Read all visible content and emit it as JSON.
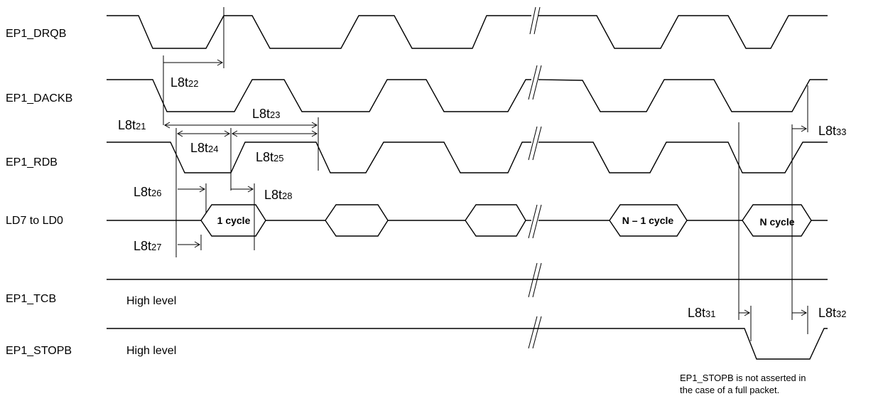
{
  "signals": {
    "ep1_drqb": "EP1_DRQB",
    "ep1_dackb": "EP1_DACKB",
    "ep1_rdb": "EP1_RDB",
    "ld7_ld0": "LD7 to LD0",
    "ep1_tcb": "EP1_TCB",
    "ep1_stopb": "EP1_STOPB"
  },
  "levels": {
    "tcb": "High level",
    "stopb": "High level"
  },
  "timings": [
    {
      "id": "t22",
      "base": "L8t",
      "sub": "22"
    },
    {
      "id": "t21",
      "base": "L8t",
      "sub": "21"
    },
    {
      "id": "t23",
      "base": "L8t",
      "sub": "23"
    },
    {
      "id": "t24",
      "base": "L8t",
      "sub": "24"
    },
    {
      "id": "t25",
      "base": "L8t",
      "sub": "25"
    },
    {
      "id": "t26",
      "base": "L8t",
      "sub": "26"
    },
    {
      "id": "t28",
      "base": "L8t",
      "sub": "28"
    },
    {
      "id": "t27",
      "base": "L8t",
      "sub": "27"
    },
    {
      "id": "t33",
      "base": "L8t",
      "sub": "33"
    },
    {
      "id": "t31",
      "base": "L8t",
      "sub": "31"
    },
    {
      "id": "t32",
      "base": "L8t",
      "sub": "32"
    }
  ],
  "cycles": {
    "first": "1 cycle",
    "n_minus_1": "N – 1 cycle",
    "n": "N cycle"
  },
  "note": {
    "line1": "EP1_STOPB is not asserted in",
    "line2": "the case of a full packet."
  }
}
